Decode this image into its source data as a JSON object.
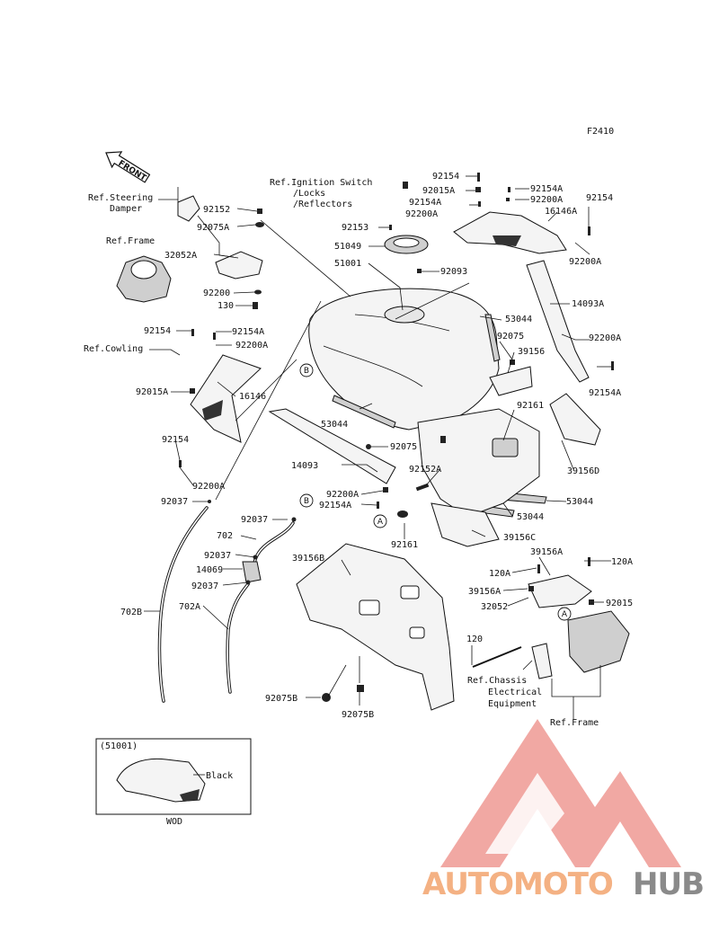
{
  "figure_code": "F2410",
  "front_marker": "FRONT",
  "refs": {
    "steering_damper": [
      "Ref.Steering",
      "Damper"
    ],
    "frame_top": "Ref.Frame",
    "ignition": [
      "Ref.Ignition Switch",
      "/Locks",
      "/Reflectors"
    ],
    "cowling": "Ref.Cowling",
    "chassis": [
      "Ref.Chassis",
      "Electrical",
      "Equipment"
    ],
    "frame_bottom": "Ref.Frame"
  },
  "circle_markers": [
    "A",
    "B"
  ],
  "inset": {
    "header": "(51001)",
    "label": "Black",
    "footer": "WOD"
  },
  "watermark": {
    "part1": "AUTOMOTO",
    "part2": "HUB",
    "color1": "#f4b183",
    "color2": "#8a8a8a",
    "logo_color": "#f1a8a3"
  },
  "part_numbers": [
    "92152",
    "92075A",
    "32052A",
    "92200",
    "130",
    "92154",
    "92154A",
    "92200A",
    "92015A",
    "16146",
    "92154",
    "92200A",
    "92037",
    "92154",
    "92015A",
    "92154A",
    "92200A",
    "92153",
    "51049",
    "51001",
    "92093",
    "92154A",
    "92200A",
    "16146A",
    "92154",
    "92200A",
    "14093A",
    "53044",
    "92075",
    "39156",
    "92200A",
    "92154A",
    "92161",
    "39156D",
    "53044",
    "92075",
    "14093",
    "92152A",
    "92200A",
    "92154A",
    "92161",
    "53044",
    "53044",
    "39156C",
    "92037",
    "702",
    "92037",
    "14069",
    "92037",
    "702A",
    "702B",
    "39156B",
    "92075B",
    "92075B",
    "39156A",
    "120A",
    "120A",
    "39156A",
    "92015",
    "32052",
    "120"
  ]
}
